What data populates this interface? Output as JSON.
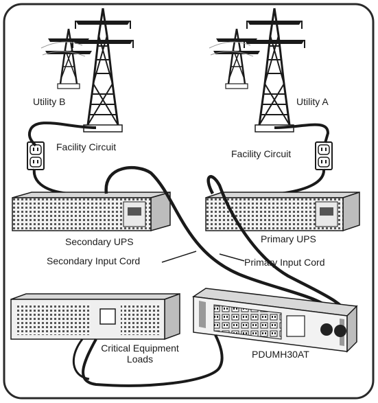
{
  "labels": {
    "utility_b": "Utility B",
    "utility_a": "Utility A",
    "facility_circuit_left": "Facility Circuit",
    "facility_circuit_right": "Facility Circuit",
    "secondary_ups": "Secondary UPS",
    "primary_ups": "Primary UPS",
    "secondary_input_cord": "Secondary Input Cord",
    "primary_input_cord": "Primary Input Cord",
    "critical_loads_line1": "Critical Equipment",
    "critical_loads_line2": "Loads",
    "pdu_model": "PDUMH30AT"
  },
  "colors": {
    "ink": "#1a1a1a",
    "panel_border": "#2a2a2a",
    "device_fill": "#e9e9e9",
    "device_shade": "#bdbdbd"
  },
  "icons": [
    "transmission-tower-icon",
    "wall-outlet-icon",
    "ups-unit-icon",
    "pdu-unit-icon",
    "equipment-rack-icon"
  ]
}
